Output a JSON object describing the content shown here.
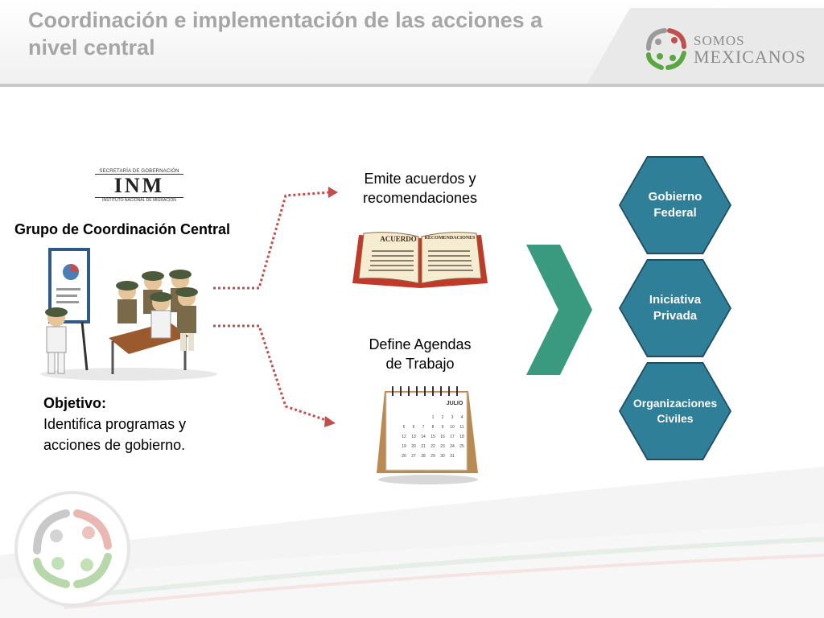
{
  "header": {
    "title_line1": "Coordinación e implementación de las acciones a",
    "title_line2": "nivel central"
  },
  "brand": {
    "line1": "SOMOS",
    "line2": "MEXICANOS"
  },
  "inm_logo": {
    "top_text": "SECRETARÍA DE GOBERNACIÓN",
    "letters": "INM",
    "bottom_text": "INSTITUTO NACIONAL DE MIGRACIÓN"
  },
  "group": {
    "title": "Grupo de Coordinación Central"
  },
  "objective": {
    "heading": "Objetivo:",
    "line1": "Identifica programas y",
    "line2": "acciones de gobierno."
  },
  "actions": [
    {
      "line1": "Emite acuerdos y",
      "line2": "recomendaciones"
    },
    {
      "line1": "Define Agendas",
      "line2": "de Trabajo"
    }
  ],
  "book": {
    "left_page": "ACUERDO",
    "right_page": "RECOMENDACIONES"
  },
  "calendar": {
    "month": "JULIO",
    "rows": [
      [
        "",
        "",
        "",
        "1",
        "2",
        "3",
        "4"
      ],
      [
        "5",
        "6",
        "7",
        "8",
        "9",
        "10",
        "11"
      ],
      [
        "12",
        "13",
        "14",
        "15",
        "16",
        "17",
        "18"
      ],
      [
        "19",
        "20",
        "21",
        "22",
        "23",
        "24",
        "25"
      ],
      [
        "26",
        "27",
        "28",
        "29",
        "30",
        "31",
        ""
      ]
    ]
  },
  "sectors": [
    {
      "line1": "Gobierno",
      "line2": "Federal"
    },
    {
      "line1": "Iniciativa",
      "line2": "Privada"
    },
    {
      "line1": "Organizaciones",
      "line2": "Civiles"
    }
  ],
  "colors": {
    "hex_fill": "#2f7f99",
    "hex_border": "#1f4e62",
    "chevron": "#3a9a80",
    "arrow": "#c0504d",
    "title": "#a6a6a6"
  }
}
